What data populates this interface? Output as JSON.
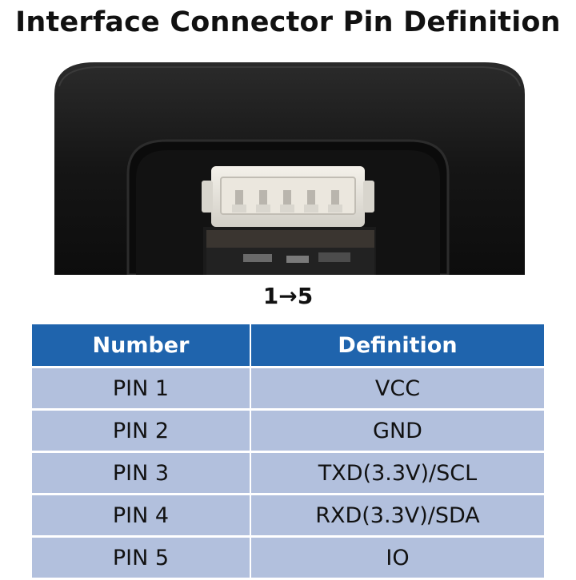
{
  "title": "Interface Connector Pin Definition",
  "pin_order": "1→5",
  "colors": {
    "header": "#1f64ad",
    "row": "#b2c0dd",
    "device": "#161616"
  },
  "table": {
    "headers": [
      "Number",
      "Definition"
    ],
    "rows": [
      [
        "PIN 1",
        "VCC"
      ],
      [
        "PIN 2",
        "GND"
      ],
      [
        "PIN 3",
        "TXD(3.3V)/SCL"
      ],
      [
        "PIN 4",
        "RXD(3.3V)/SDA"
      ],
      [
        "PIN 5",
        "IO"
      ]
    ]
  }
}
